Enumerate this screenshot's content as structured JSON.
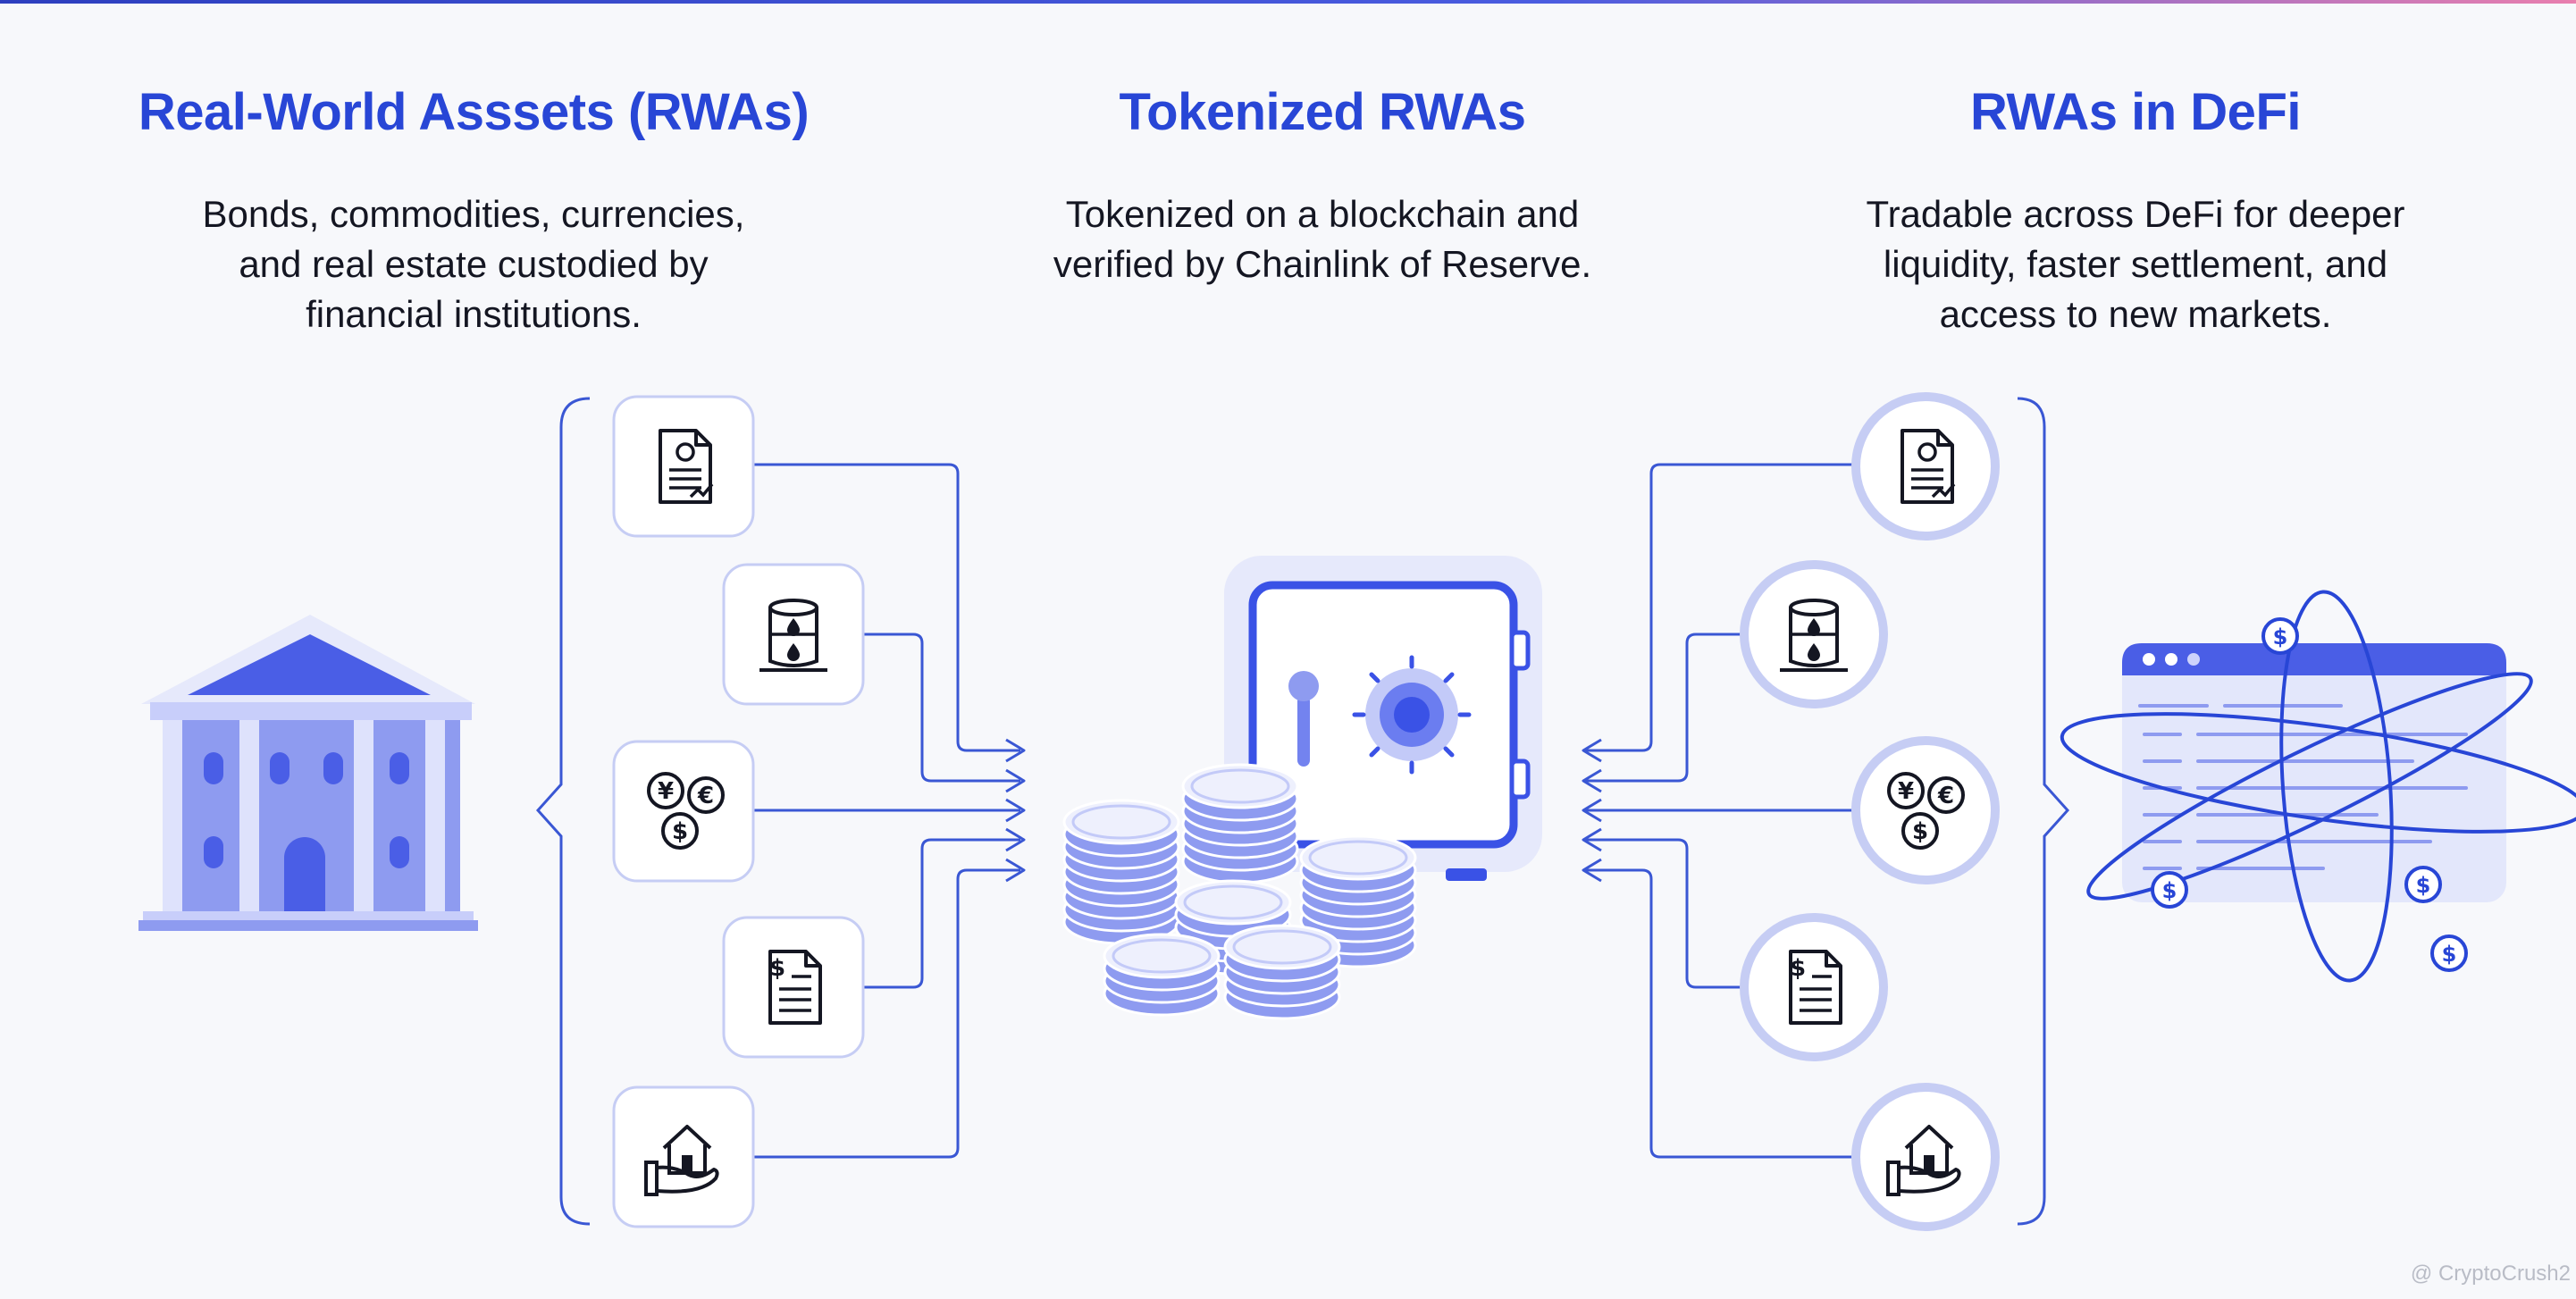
{
  "columns": [
    {
      "title": "Real-World Asssets (RWAs)",
      "description_lines": [
        "Bonds, commodities, currencies,",
        "and real estate custodied by",
        "financial institutions."
      ]
    },
    {
      "title": "Tokenized RWAs",
      "description_lines": [
        "Tokenized on a blockchain and",
        "verified by Chainlink of Reserve."
      ]
    },
    {
      "title": "RWAs in DeFi",
      "description_lines": [
        "Tradable across DeFi for deeper",
        "liquidity, faster settlement, and",
        "access to new markets."
      ]
    }
  ],
  "asset_icons": [
    "bond-document-icon",
    "oil-barrel-icon",
    "currency-coins-icon",
    "invoice-document-icon",
    "real-estate-hand-icon"
  ],
  "currency_glyphs": [
    "¥",
    "€",
    "$"
  ],
  "defi_coin_glyph": "$",
  "watermark": "@ CryptoCrush2",
  "colors": {
    "title_blue": "#2846d6",
    "text_dark": "#141622",
    "line_blue": "#3a57d4",
    "icon_light": "#8f9cf0",
    "icon_mid": "#6b7df0",
    "accent": "#3a52e6",
    "background": "#f7f8fb"
  }
}
